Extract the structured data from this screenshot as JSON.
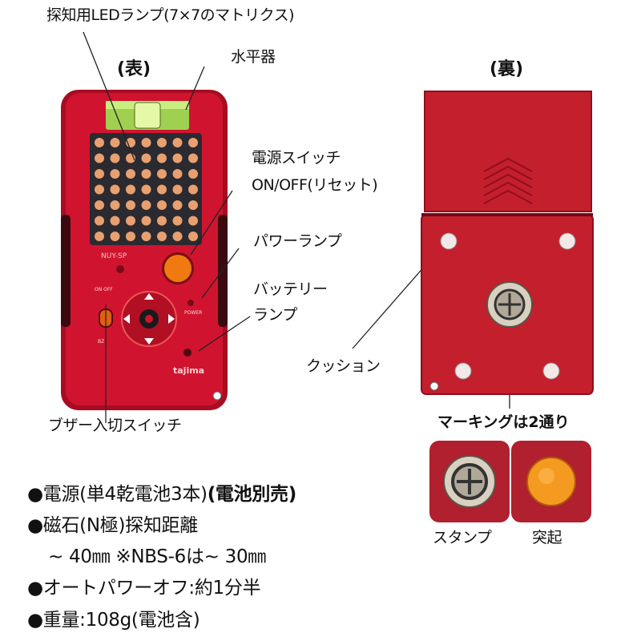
{
  "labels": {
    "led_lamp": "探知用LEDランプ(7×7のマトリクス)",
    "level": "水平器",
    "power_switch_1": "電源スイッチ",
    "power_switch_2": "ON/OFF(リセット)",
    "power_lamp": "パワーランプ",
    "battery_lamp_1": "バッテリー",
    "battery_lamp_2": "ランプ",
    "cushion": "クッション",
    "buzzer_switch": "ブザー入切スイッチ"
  },
  "headings": {
    "front": "(表)",
    "back": "(裏)"
  },
  "device_text": {
    "model": "NUY-SP",
    "brand": "tajima",
    "on_off": "ON OFF",
    "power": "POWER",
    "buzzer": "BZ"
  },
  "marking": {
    "title": "マーキングは2通り",
    "stamp": "スタンプ",
    "bump": "突起"
  },
  "specs": {
    "line1_main": "電源(単4乾電池3本)",
    "line1_bold": "(電池別売)",
    "line2": "磁石(N極)探知距離",
    "line3": "~ 40㎜  ※NBS-6は~ 30㎜",
    "line4": "オートパワーオフ:約1分半",
    "line5": "重量:108g(電池含)"
  },
  "colors": {
    "device_red": "#c8102e",
    "device_dark_red": "#8e0f1e",
    "matrix_bg": "#2a2a30",
    "led_off": "#e8a070",
    "button_orange": "#f07a10",
    "bump_orange": "#f59a20",
    "back_red": "#c41f2c"
  }
}
